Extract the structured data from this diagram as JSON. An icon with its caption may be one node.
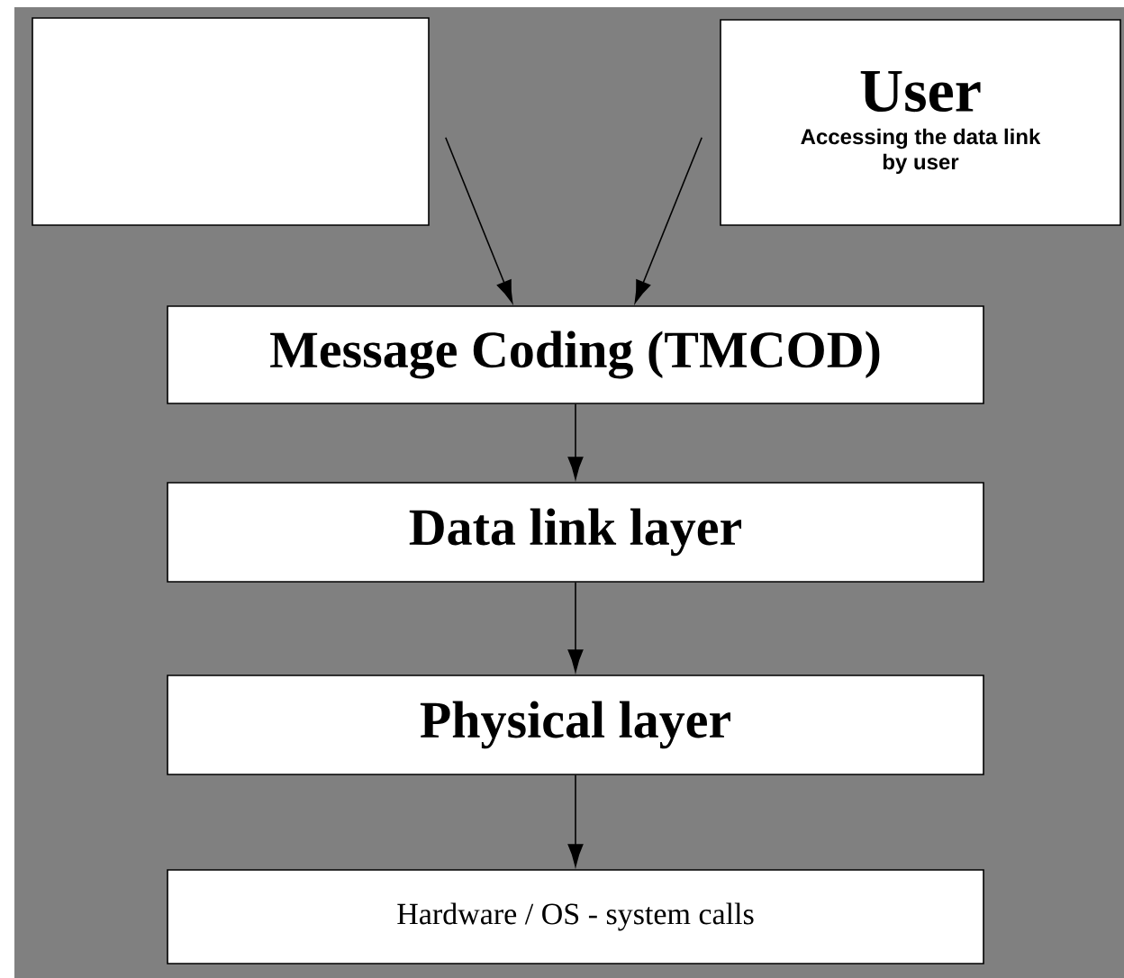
{
  "diagram": {
    "nodes": [
      {
        "text": [],
        "shape": "box"
      },
      {
        "text": [
          "User",
          "Accessing the data link by user"
        ]
      },
      {
        "text": [
          "Message Coding (TMCOD)"
        ]
      },
      {
        "text": [
          "Data link layer"
        ]
      },
      {
        "text": [
          "Physical layer"
        ]
      },
      {
        "text": [
          "Hardware / OS - system calls"
        ]
      }
    ],
    "edges": [
      {
        "from": 0,
        "to": 2,
        "arrow": "to"
      },
      {
        "from": 1,
        "to": 2,
        "arrow": "to"
      },
      {
        "from": 2,
        "to": 3,
        "arrow": "to"
      },
      {
        "from": 3,
        "to": 4,
        "arrow": "to"
      },
      {
        "from": 4,
        "to": 5,
        "arrow": "to"
      }
    ]
  }
}
